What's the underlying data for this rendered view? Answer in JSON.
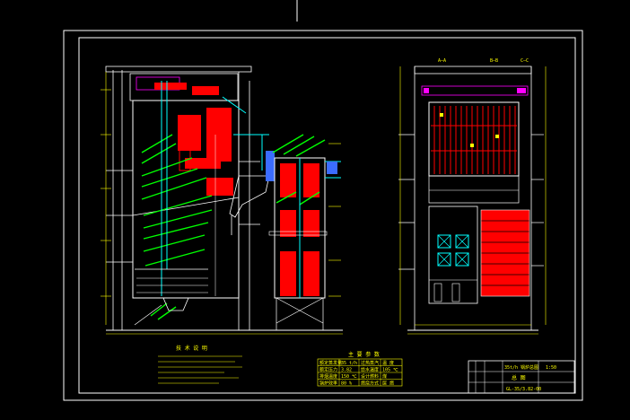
{
  "drawing": {
    "background": "#000000",
    "colors": {
      "frame": "#ffffff",
      "steel": "#ffffff",
      "hot": "#ff0000",
      "pipe": "#00ff00",
      "water": "#00ffff",
      "dims": "#ffff00",
      "edge": "#ff00ff",
      "duct": "#3b6cff"
    },
    "section_labels": [
      "A—A",
      "B—B",
      "C—C"
    ],
    "notes_title": "技 术 说 明",
    "spec_table": {
      "title": "主 要 参 数",
      "rows": [
        [
          "额定蒸发量",
          "35 t/h",
          "过热蒸汽",
          "温 度"
        ],
        [
          "额定压力",
          "3.82",
          "给水温度",
          "105 ℃"
        ],
        [
          "排烟温度",
          "150 ℃",
          "设计燃料",
          "煤"
        ],
        [
          "锅炉效率",
          "80 %",
          "燃烧方式",
          "层 燃"
        ]
      ]
    },
    "title_block": {
      "project": "35t/h 锅炉总图",
      "sheet_title": "总 图",
      "scale": "1:50",
      "drawing_no": "GL-35/3.82-00"
    }
  }
}
